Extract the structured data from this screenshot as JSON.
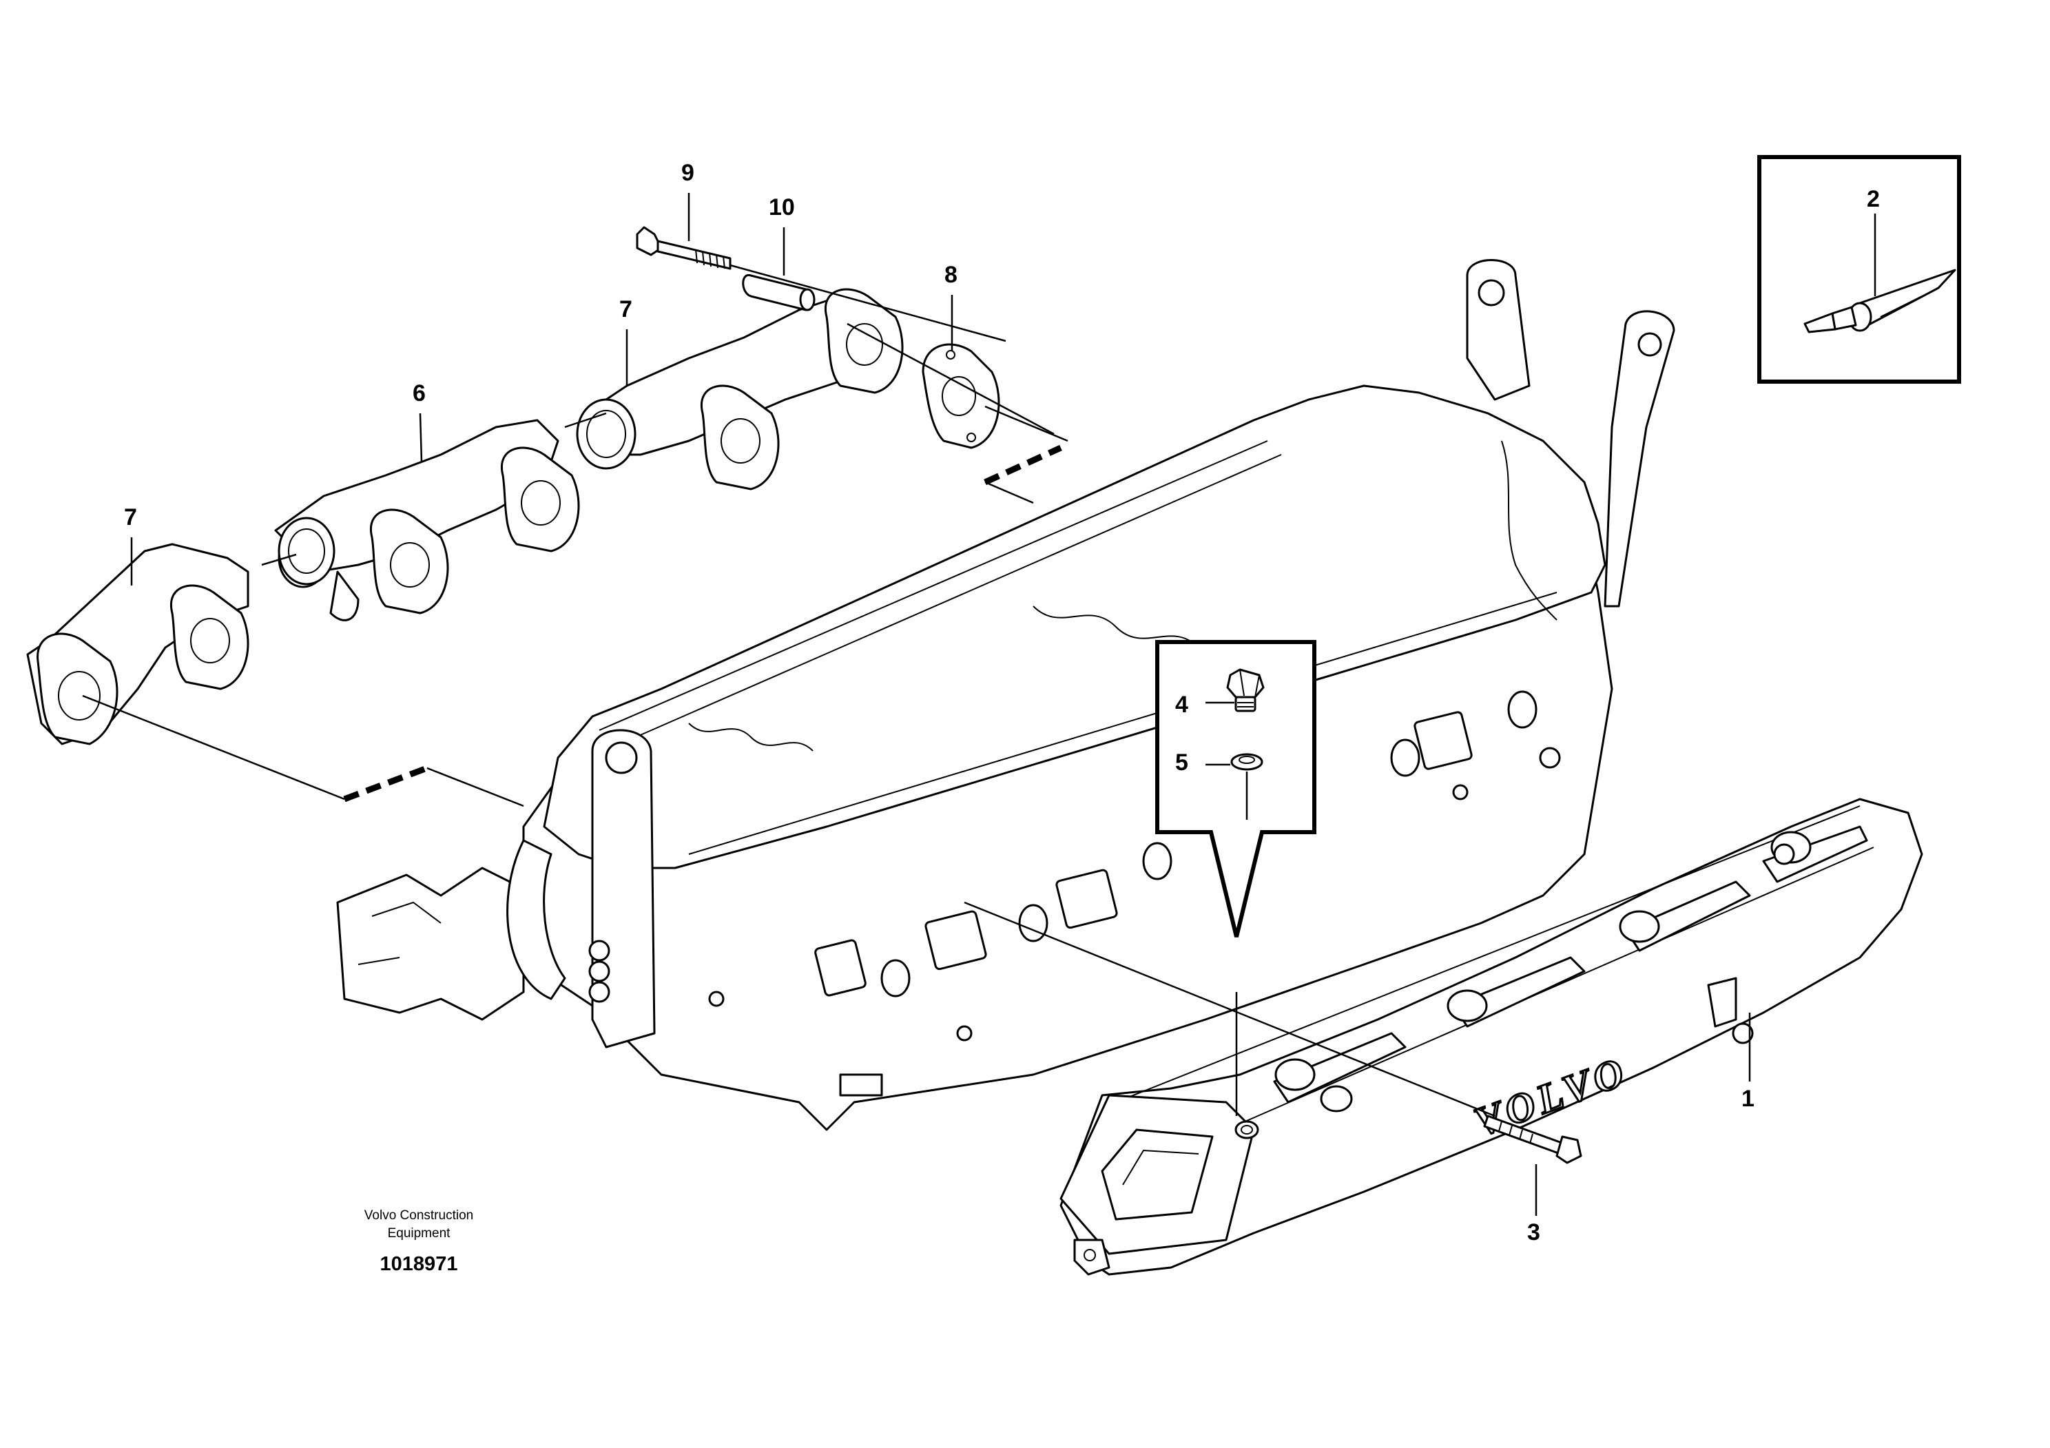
{
  "diagram": {
    "callouts": {
      "p1": "1",
      "p2": "2",
      "p3": "3",
      "p4": "4",
      "p5": "5",
      "p6": "6",
      "p7a": "7",
      "p7b": "7",
      "p8": "8",
      "p9": "9",
      "p10": "10"
    },
    "manifold_logo": "VOLVO",
    "credit_line1": "Volvo Construction",
    "credit_line2": "Equipment",
    "drawing_number": "1018971"
  },
  "colors": {
    "ink": "#000000",
    "paper": "#ffffff"
  },
  "icons": [
    "sealant-tube-icon"
  ]
}
